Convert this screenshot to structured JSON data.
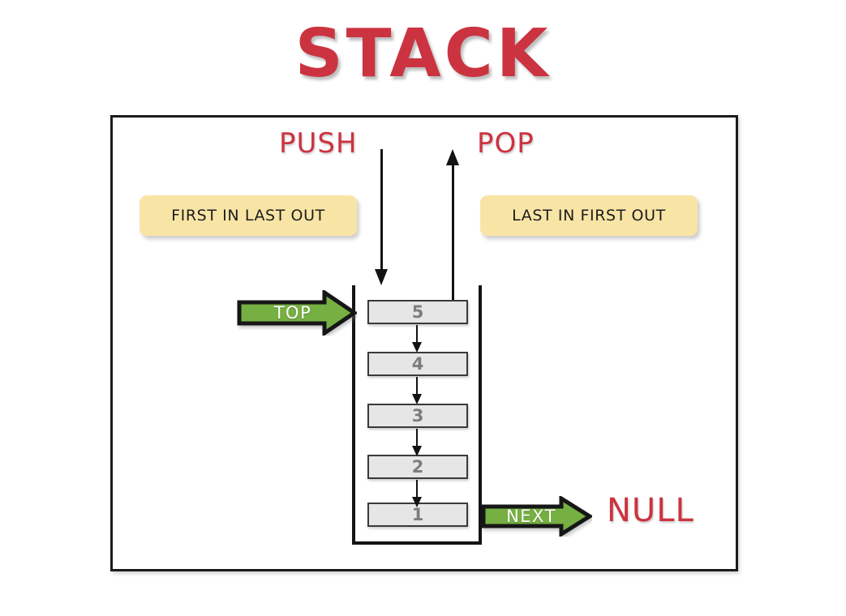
{
  "title": "STACK",
  "colors": {
    "accent_red": "#cc3340",
    "arrow_green": "#76b043",
    "note_yellow": "#f8e5a6",
    "cell_gray": "#e6e6e6",
    "cell_text_gray": "#7d7d7d",
    "stroke_black": "#131313"
  },
  "operations": {
    "push_label": "PUSH",
    "pop_label": "POP"
  },
  "notes": {
    "first_in_last_out": "FIRST IN LAST OUT",
    "last_in_first_out": "LAST IN FIRST OUT"
  },
  "pointers": {
    "top_label": "TOP",
    "next_label": "NEXT",
    "null_label": "NULL"
  },
  "stack": {
    "cells": [
      {
        "value": "5"
      },
      {
        "value": "4"
      },
      {
        "value": "3"
      },
      {
        "value": "2"
      },
      {
        "value": "1"
      }
    ]
  }
}
